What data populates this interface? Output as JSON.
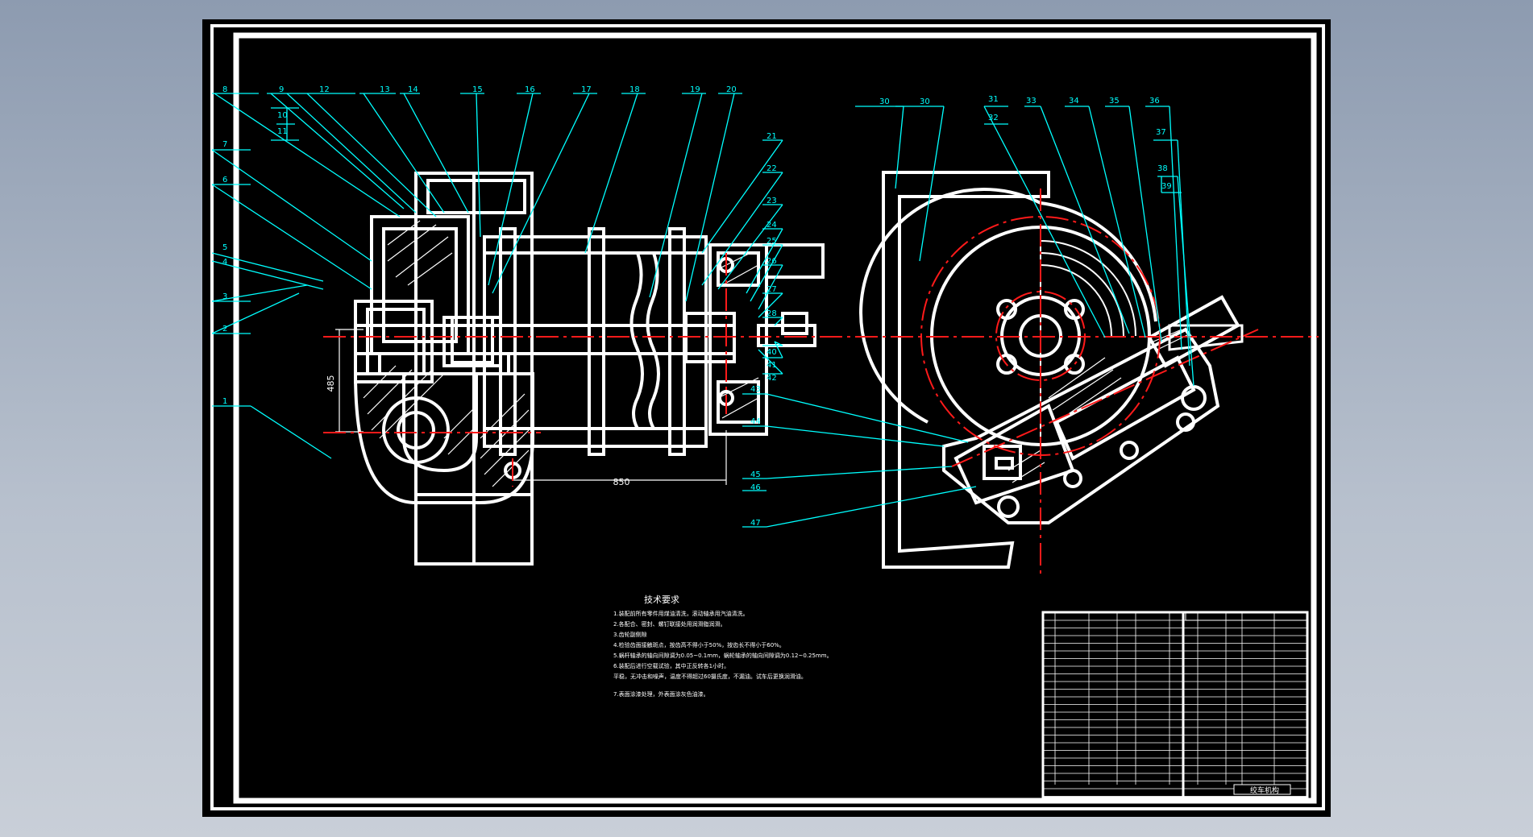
{
  "drawing": {
    "balloons_left": [
      "8",
      "9",
      "10",
      "11",
      "12",
      "13",
      "14",
      "15",
      "16",
      "17",
      "18",
      "19",
      "20",
      "21",
      "22",
      "23",
      "24",
      "25",
      "26",
      "27",
      "28",
      "7",
      "6",
      "5",
      "4",
      "3",
      "2",
      "1"
    ],
    "balloons_right": [
      "30",
      "30",
      "31",
      "32",
      "33",
      "34",
      "35",
      "36",
      "37",
      "38",
      "39",
      "40",
      "41",
      "42",
      "43",
      "44",
      "45",
      "46",
      "47"
    ],
    "dimensions": {
      "vertical": "485",
      "horizontal": "850"
    },
    "notes": {
      "title": "技术要求",
      "lines": [
        "1.装配前所有零件用煤油清洗，滚动轴承用汽油清洗。",
        "2.各配合、密封、螺钉联接处用润滑脂润滑。",
        "3.齿轮副侧隙",
        "4.检验齿面接触斑点，按齿高不得小于50%，按齿长不得小于60%。",
        "5.蜗杆轴承的轴向间隙调为0.05~0.1mm，蜗轮轴承的轴向间隙调为0.12~0.25mm。",
        "6.装配后进行空载试验，其中正反转各1小时。",
        "平稳，无冲击和噪声，温度不得超过60摄氏度，不漏油。试车后更换润滑油。",
        "7.表面涂漆处理，外表面涂灰色油漆。"
      ]
    },
    "title_block": {
      "name": "绞车机构"
    }
  },
  "colors": {
    "background": "#000000",
    "geometry": "#ffffff",
    "leaders": "#00ffff",
    "centerlines": "#ff1a1a"
  }
}
